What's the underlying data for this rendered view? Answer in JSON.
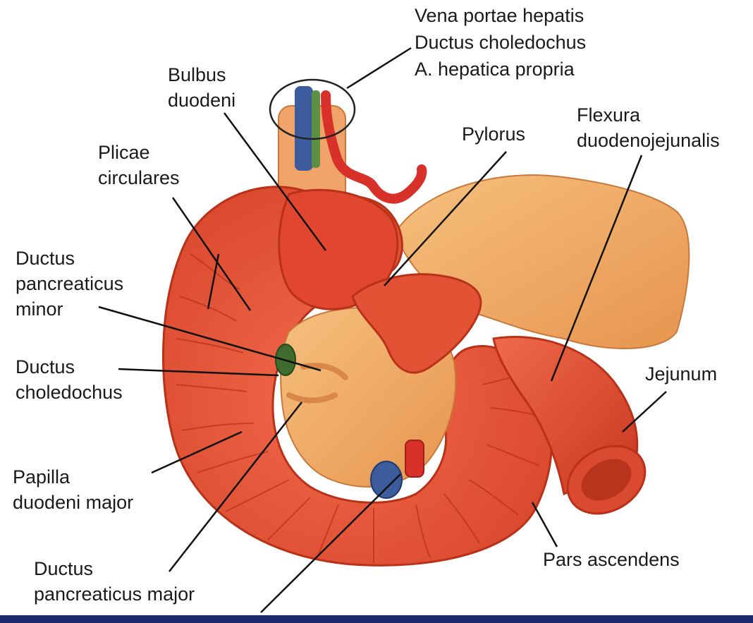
{
  "labels": {
    "vena_portae": "Vena portae hepatis",
    "ductus_choledochus_top": "Ductus choledochus",
    "a_hepatica": "A. hepatica propria",
    "bulbus": "Bulbus\nduodeni",
    "pylorus": "Pylorus",
    "flexura": "Flexura\nduodenojejunalis",
    "plicae": "Plicae\ncirculares",
    "pancreaticus_minor": "Ductus\npancreaticus\nminor",
    "choledochus_left": "Ductus\ncholedochus",
    "jejunum": "Jejunum",
    "papilla": "Papilla\nduodeni major",
    "pars_ascendens": "Pars ascendens",
    "pancreaticus_major": "Ductus\npancreaticus major"
  },
  "colors": {
    "duodenum": "#e8533a",
    "duodenum_dark": "#c93a22",
    "pancreas": "#f2a866",
    "vein": "#3c5c9e",
    "artery": "#d8312a",
    "bile_duct": "#3e6b2e",
    "footer": "#1e2a6e"
  }
}
